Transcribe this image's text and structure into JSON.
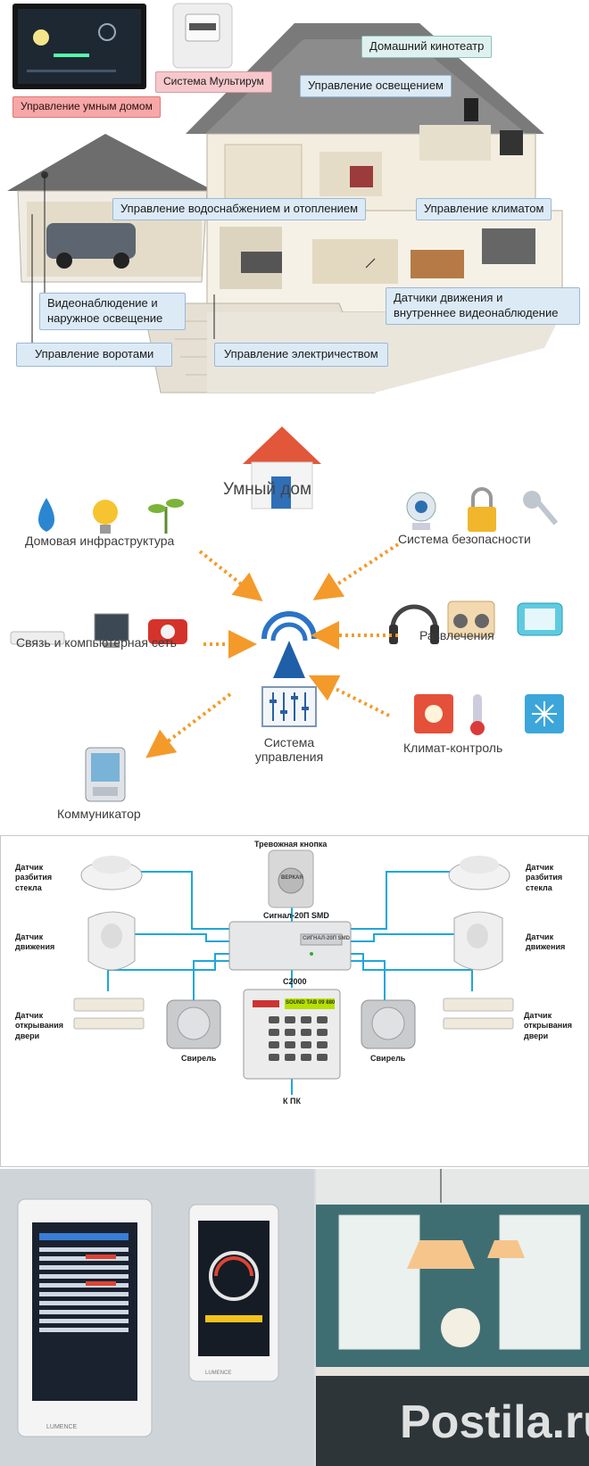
{
  "house": {
    "labels": {
      "home_theater": "Домашний кинотеатр",
      "lighting": "Управление освещением",
      "smart_home": "Управление умным домом",
      "multiroom": "Система Мультирум",
      "water_heating": "Управление водоснабжением и отоплением",
      "climate": "Управление климатом",
      "video_line1": "Видеонаблюдение и",
      "video_line2": "наружное освещение",
      "motion_line1": "Датчики движения и",
      "motion_line2": "внутреннее видеонаблюдение",
      "gates": "Управление воротами",
      "electricity": "Управление электричеством"
    }
  },
  "scheme": {
    "title": "Умный дом",
    "infrastructure": "Домовая инфраструктура",
    "security": "Система безопасности",
    "network": "Связь и компьютерная сеть",
    "entertainment": "Развлечения",
    "control_line1": "Система",
    "control_line2": "управления",
    "climate": "Климат-контроль",
    "communicator": "Коммуникатор",
    "colors": {
      "arrow": "#f39a2b",
      "accent": "#1f5fa8",
      "text": "#3c3c3c"
    }
  },
  "alarm": {
    "panic_button": "Тревожная кнопка",
    "device_badge": "ВЕРКАЯ",
    "hub": "Сигнал-20П SMD",
    "hub_face": "СИГНАЛ-20П SMD",
    "c2000": "С2000",
    "keypad_display": "SOUND TAB 09 880",
    "kpk": "К ПК",
    "left": {
      "glass_l1": "Датчик",
      "glass_l2": "разбития",
      "glass_l3": "стекла",
      "motion_l1": "Датчик",
      "motion_l2": "движения",
      "door_l1": "Датчик",
      "door_l2": "открывания",
      "door_l3": "двери",
      "siren": "Свирель"
    },
    "right": {
      "glass_l1": "Датчик",
      "glass_l2": "разбития",
      "glass_l3": "стекла",
      "motion_l1": "Датчик",
      "motion_l2": "движения",
      "door_l1": "Датчик",
      "door_l2": "открывания",
      "door_l3": "двери",
      "siren": "Свирель"
    },
    "colors": {
      "wire": "#1fa7d8"
    }
  },
  "photos": {
    "tablet_brand": "LUMENCE",
    "watermark": "Postila.ru"
  }
}
